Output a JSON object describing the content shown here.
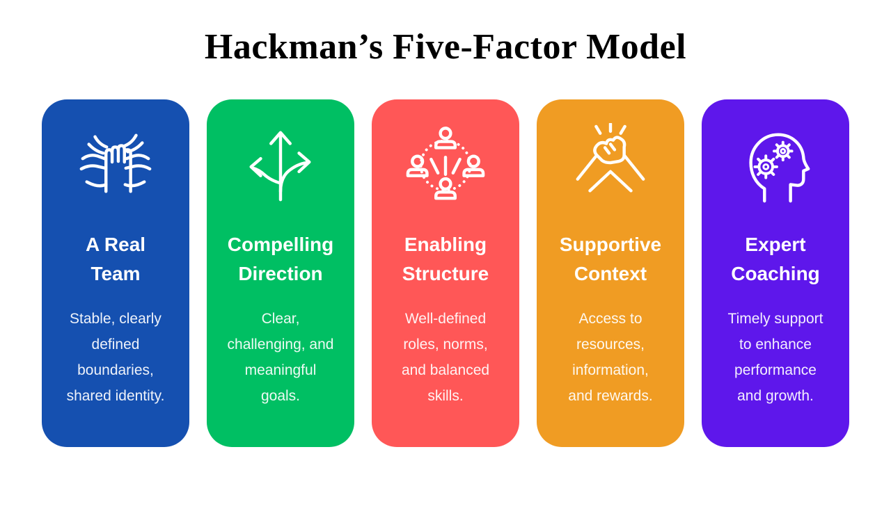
{
  "title": "Hackman’s Five-Factor Model",
  "colors": {
    "background": "#FFFFFF",
    "title_text": "#000000",
    "card_text": "#FFFFFF",
    "card_blue": "#1550B0",
    "card_green": "#00BF63",
    "card_red": "#FF5757",
    "card_orange": "#F09C23",
    "card_purple": "#5E17EB"
  },
  "cards": [
    {
      "heading": "A Real\nTeam",
      "body": "Stable, clearly\ndefined\nboundaries,\nshared identity.",
      "color": "#1550B0",
      "icon": "team-hands-icon"
    },
    {
      "heading": "Compelling\nDirection",
      "body": "Clear,\nchallenging, and\nmeaningful\ngoals.",
      "color": "#00BF63",
      "icon": "direction-arrows-icon"
    },
    {
      "heading": "Enabling\nStructure",
      "body": "Well-defined\nroles, norms,\nand balanced\nskills.",
      "color": "#FF5757",
      "icon": "people-network-icon"
    },
    {
      "heading": "Supportive\nContext",
      "body": "Access to\nresources,\ninformation,\nand rewards.",
      "color": "#F09C23",
      "icon": "hand-clasp-icon"
    },
    {
      "heading": "Expert\nCoaching",
      "body": "Timely support\nto enhance\nperformance\nand growth.",
      "color": "#5E17EB",
      "icon": "head-gears-icon"
    }
  ]
}
